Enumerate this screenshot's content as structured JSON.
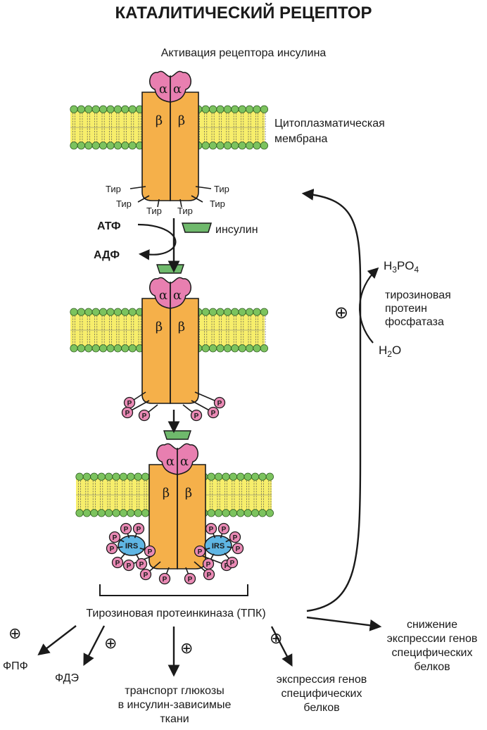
{
  "title": "КАТАЛИТИЧЕСКИЙ РЕЦЕПТОР",
  "subtitle": "Активация рецептора инсулина",
  "membrane_label": [
    "Цитоплазматическая",
    "мембрана"
  ],
  "greek": {
    "alpha": "α",
    "beta": "β"
  },
  "tyrosine": "Тир",
  "phosphate": "P",
  "irs": "IRS",
  "atp": "АТФ",
  "adp": "АДФ",
  "insulin": "инсулин",
  "h3po4": {
    "h": "H",
    "sub3": "3",
    "po": "PO",
    "sub4": "4"
  },
  "h2o": {
    "h": "H",
    "sub2": "2",
    "o": "O"
  },
  "phosphatase": [
    "тирозиновая",
    "протеин",
    "фосфатаза"
  ],
  "plus": "⊕",
  "kinase": "Тирозиновая протеинкиназа (ТПК)",
  "outputs": {
    "fpf": "ФПФ",
    "fde": "ФДЭ",
    "transport": [
      "транспорт глюкозы",
      "в инсулин-зависимые",
      "ткани"
    ],
    "expression": [
      "экспрессия генов",
      "специфических",
      "белков"
    ],
    "decrease": [
      "снижение",
      "экспрессии генов",
      "специфических",
      "белков"
    ]
  },
  "colors": {
    "receptor": "#f5b04a",
    "alpha": "#e87fb0",
    "insulin": "#6fb96c",
    "lipid_head": "#7cc35e",
    "lipid_tail": "#f7ee6b",
    "irs": "#5fb6e4",
    "phosphate": "#ea8ab5",
    "ink": "#1a1a1a"
  }
}
